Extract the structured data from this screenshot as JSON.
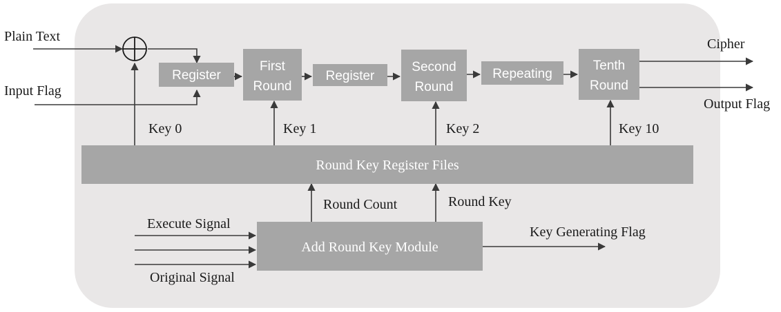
{
  "inputs": {
    "plain_text": "Plain Text",
    "input_flag": "Input Flag",
    "execute_signal": "Execute Signal",
    "original_signal": "Original Signal"
  },
  "outputs": {
    "cipher": "Cipher",
    "output_flag": "Output Flag",
    "key_generating_flag": "Key Generating Flag"
  },
  "blocks": {
    "register1": "Register",
    "first_round": [
      "First",
      "Round"
    ],
    "register2": "Register",
    "second_round": [
      "Second",
      "Round"
    ],
    "repeating": "Repeating",
    "tenth_round": [
      "Tenth",
      "Round"
    ],
    "round_key_register_files": "Round Key Register Files",
    "add_round_key_module": "Add Round Key Module"
  },
  "keys": {
    "key0": "Key 0",
    "key1": "Key 1",
    "key2": "Key 2",
    "key10": "Key 10"
  },
  "signals": {
    "round_count": "Round Count",
    "round_key": "Round Key"
  },
  "colors": {
    "background_panel": "#e9e7e7",
    "block_fill": "#a6a6a6",
    "line": "#3a3a3a"
  },
  "icons": {
    "xor": "circled-plus-icon"
  }
}
